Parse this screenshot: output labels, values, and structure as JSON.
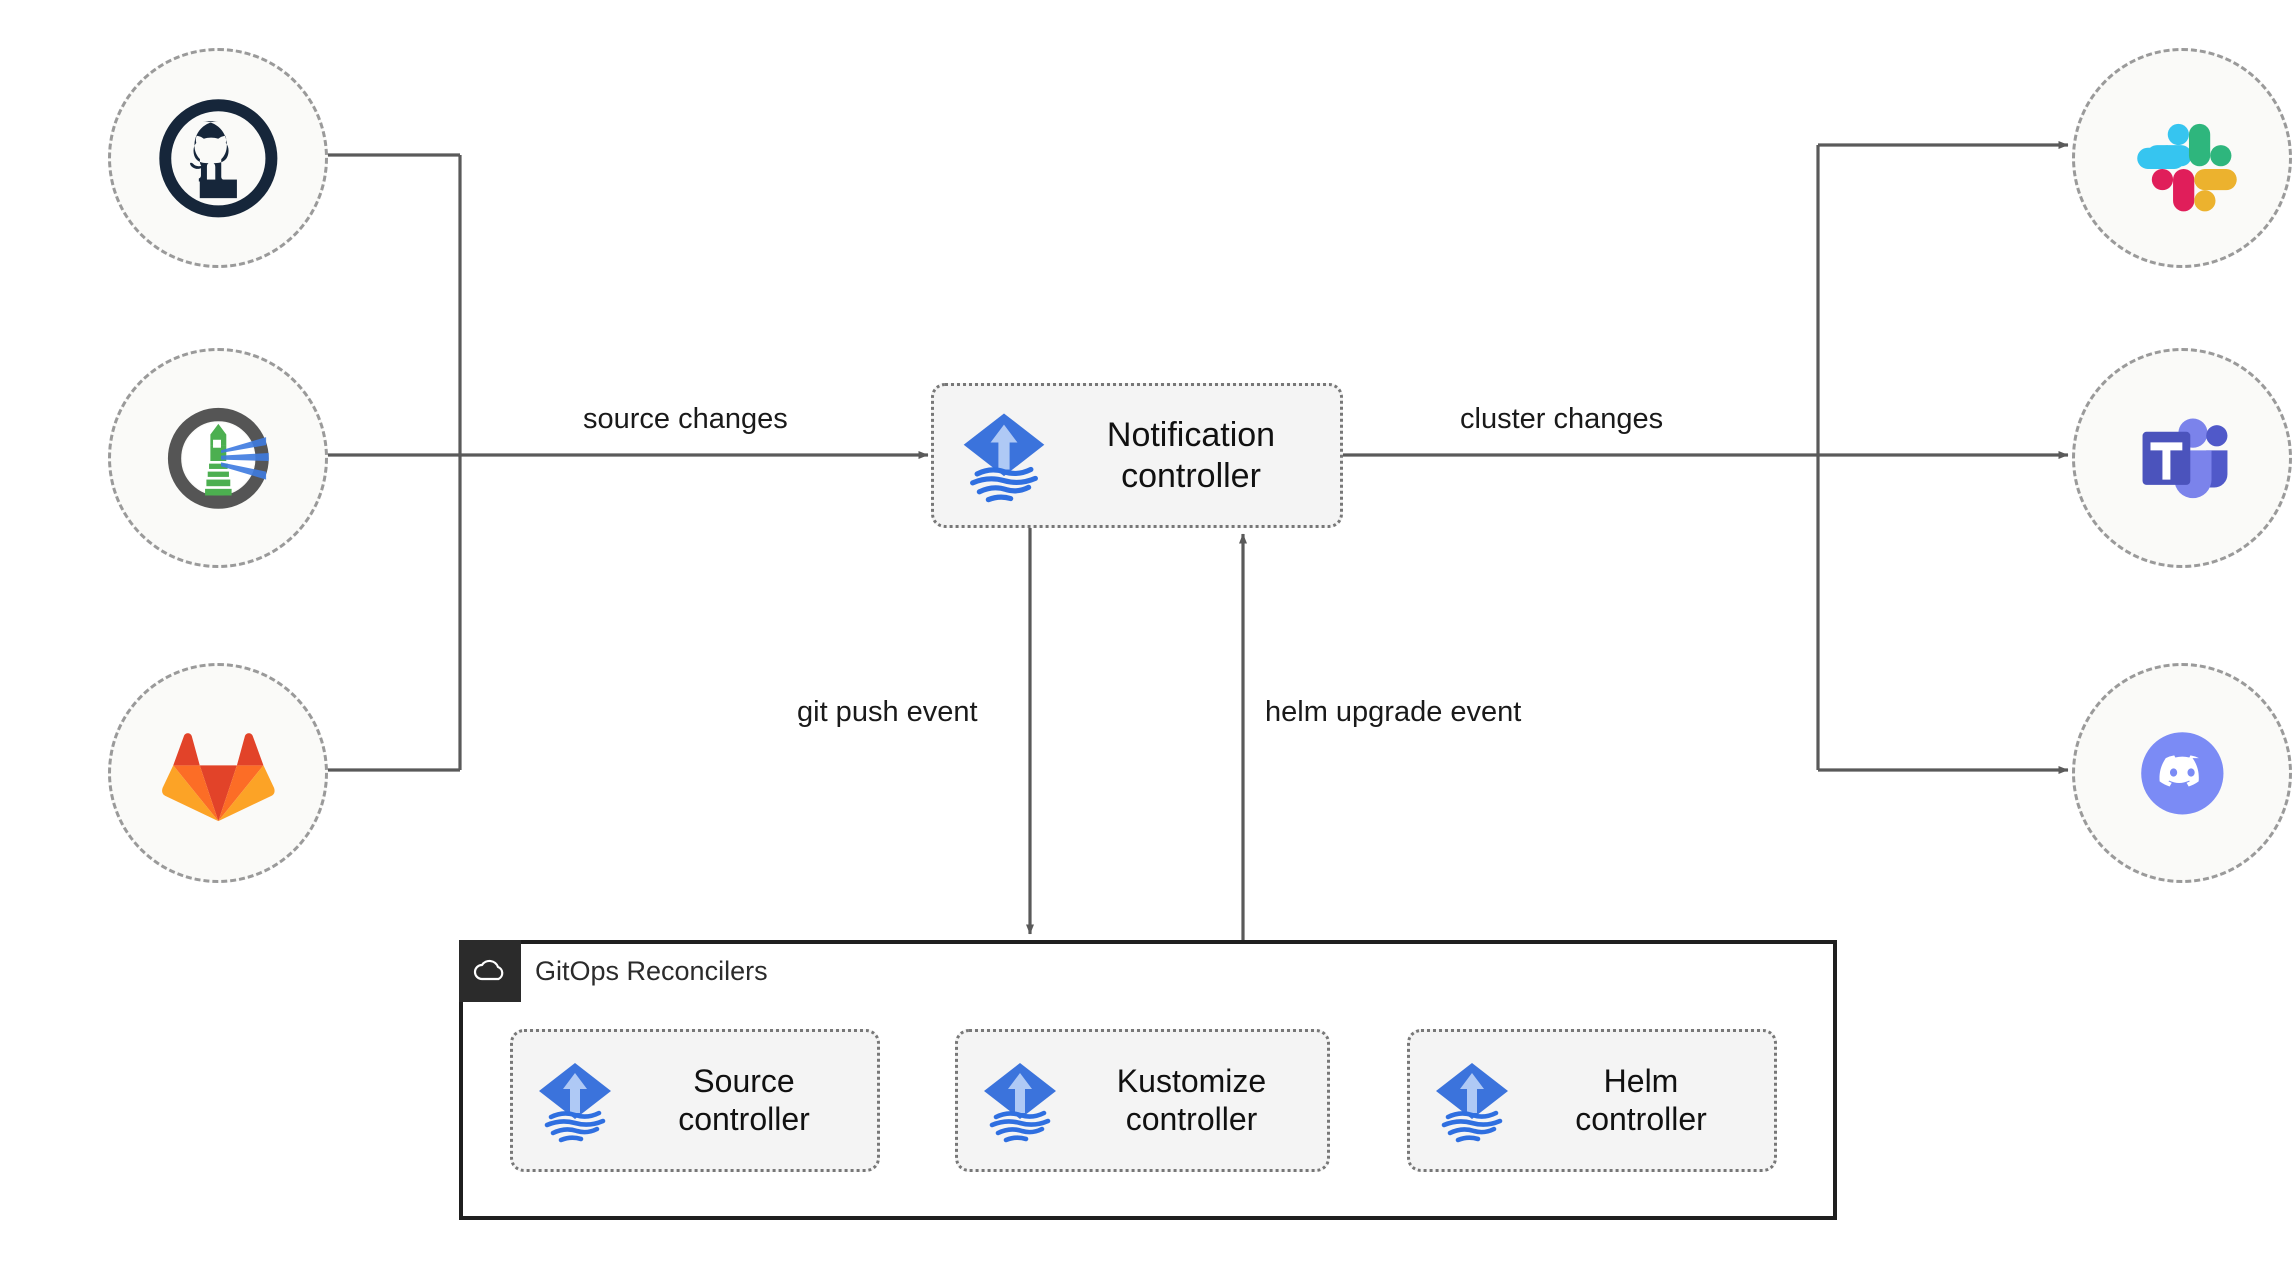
{
  "diagram": {
    "title": "Flux notification controller architecture",
    "background": "#ffffff",
    "line_color": "#5a5a5a",
    "container": {
      "label": "GitOps Reconcilers",
      "icon": "cloud-icon",
      "tab_color": "#2b2b2b",
      "border_color": "#1f1f1f"
    }
  },
  "sources": [
    {
      "id": "github",
      "name": "GitHub",
      "icon": "github-icon",
      "color": "#1B2B3A"
    },
    {
      "id": "flux",
      "name": "Flux",
      "icon": "flux-lighthouse-icon",
      "color": "#4f4f4f"
    },
    {
      "id": "gitlab",
      "name": "GitLab",
      "icon": "gitlab-icon",
      "color": "#E24329"
    }
  ],
  "targets": [
    {
      "id": "slack",
      "name": "Slack",
      "icon": "slack-icon",
      "color": "#36C5F0"
    },
    {
      "id": "teams",
      "name": "Microsoft Teams",
      "icon": "ms-teams-icon",
      "color": "#5059C9"
    },
    {
      "id": "discord",
      "name": "Discord",
      "icon": "discord-icon",
      "color": "#7289F5"
    }
  ],
  "notification": {
    "label": "Notification\ncontroller",
    "icon": "flux-logo-icon"
  },
  "reconcilers": [
    {
      "id": "source",
      "label": "Source\ncontroller",
      "icon": "flux-logo-icon"
    },
    {
      "id": "kustomize",
      "label": "Kustomize\ncontroller",
      "icon": "flux-logo-icon"
    },
    {
      "id": "helm",
      "label": "Helm\ncontroller",
      "icon": "flux-logo-icon"
    }
  ],
  "edges": [
    {
      "id": "source-changes",
      "label": "source changes"
    },
    {
      "id": "cluster-changes",
      "label": "cluster changes"
    },
    {
      "id": "git-push-event",
      "label": "git push event"
    },
    {
      "id": "helm-upgrade-event",
      "label": "helm upgrade event"
    }
  ]
}
